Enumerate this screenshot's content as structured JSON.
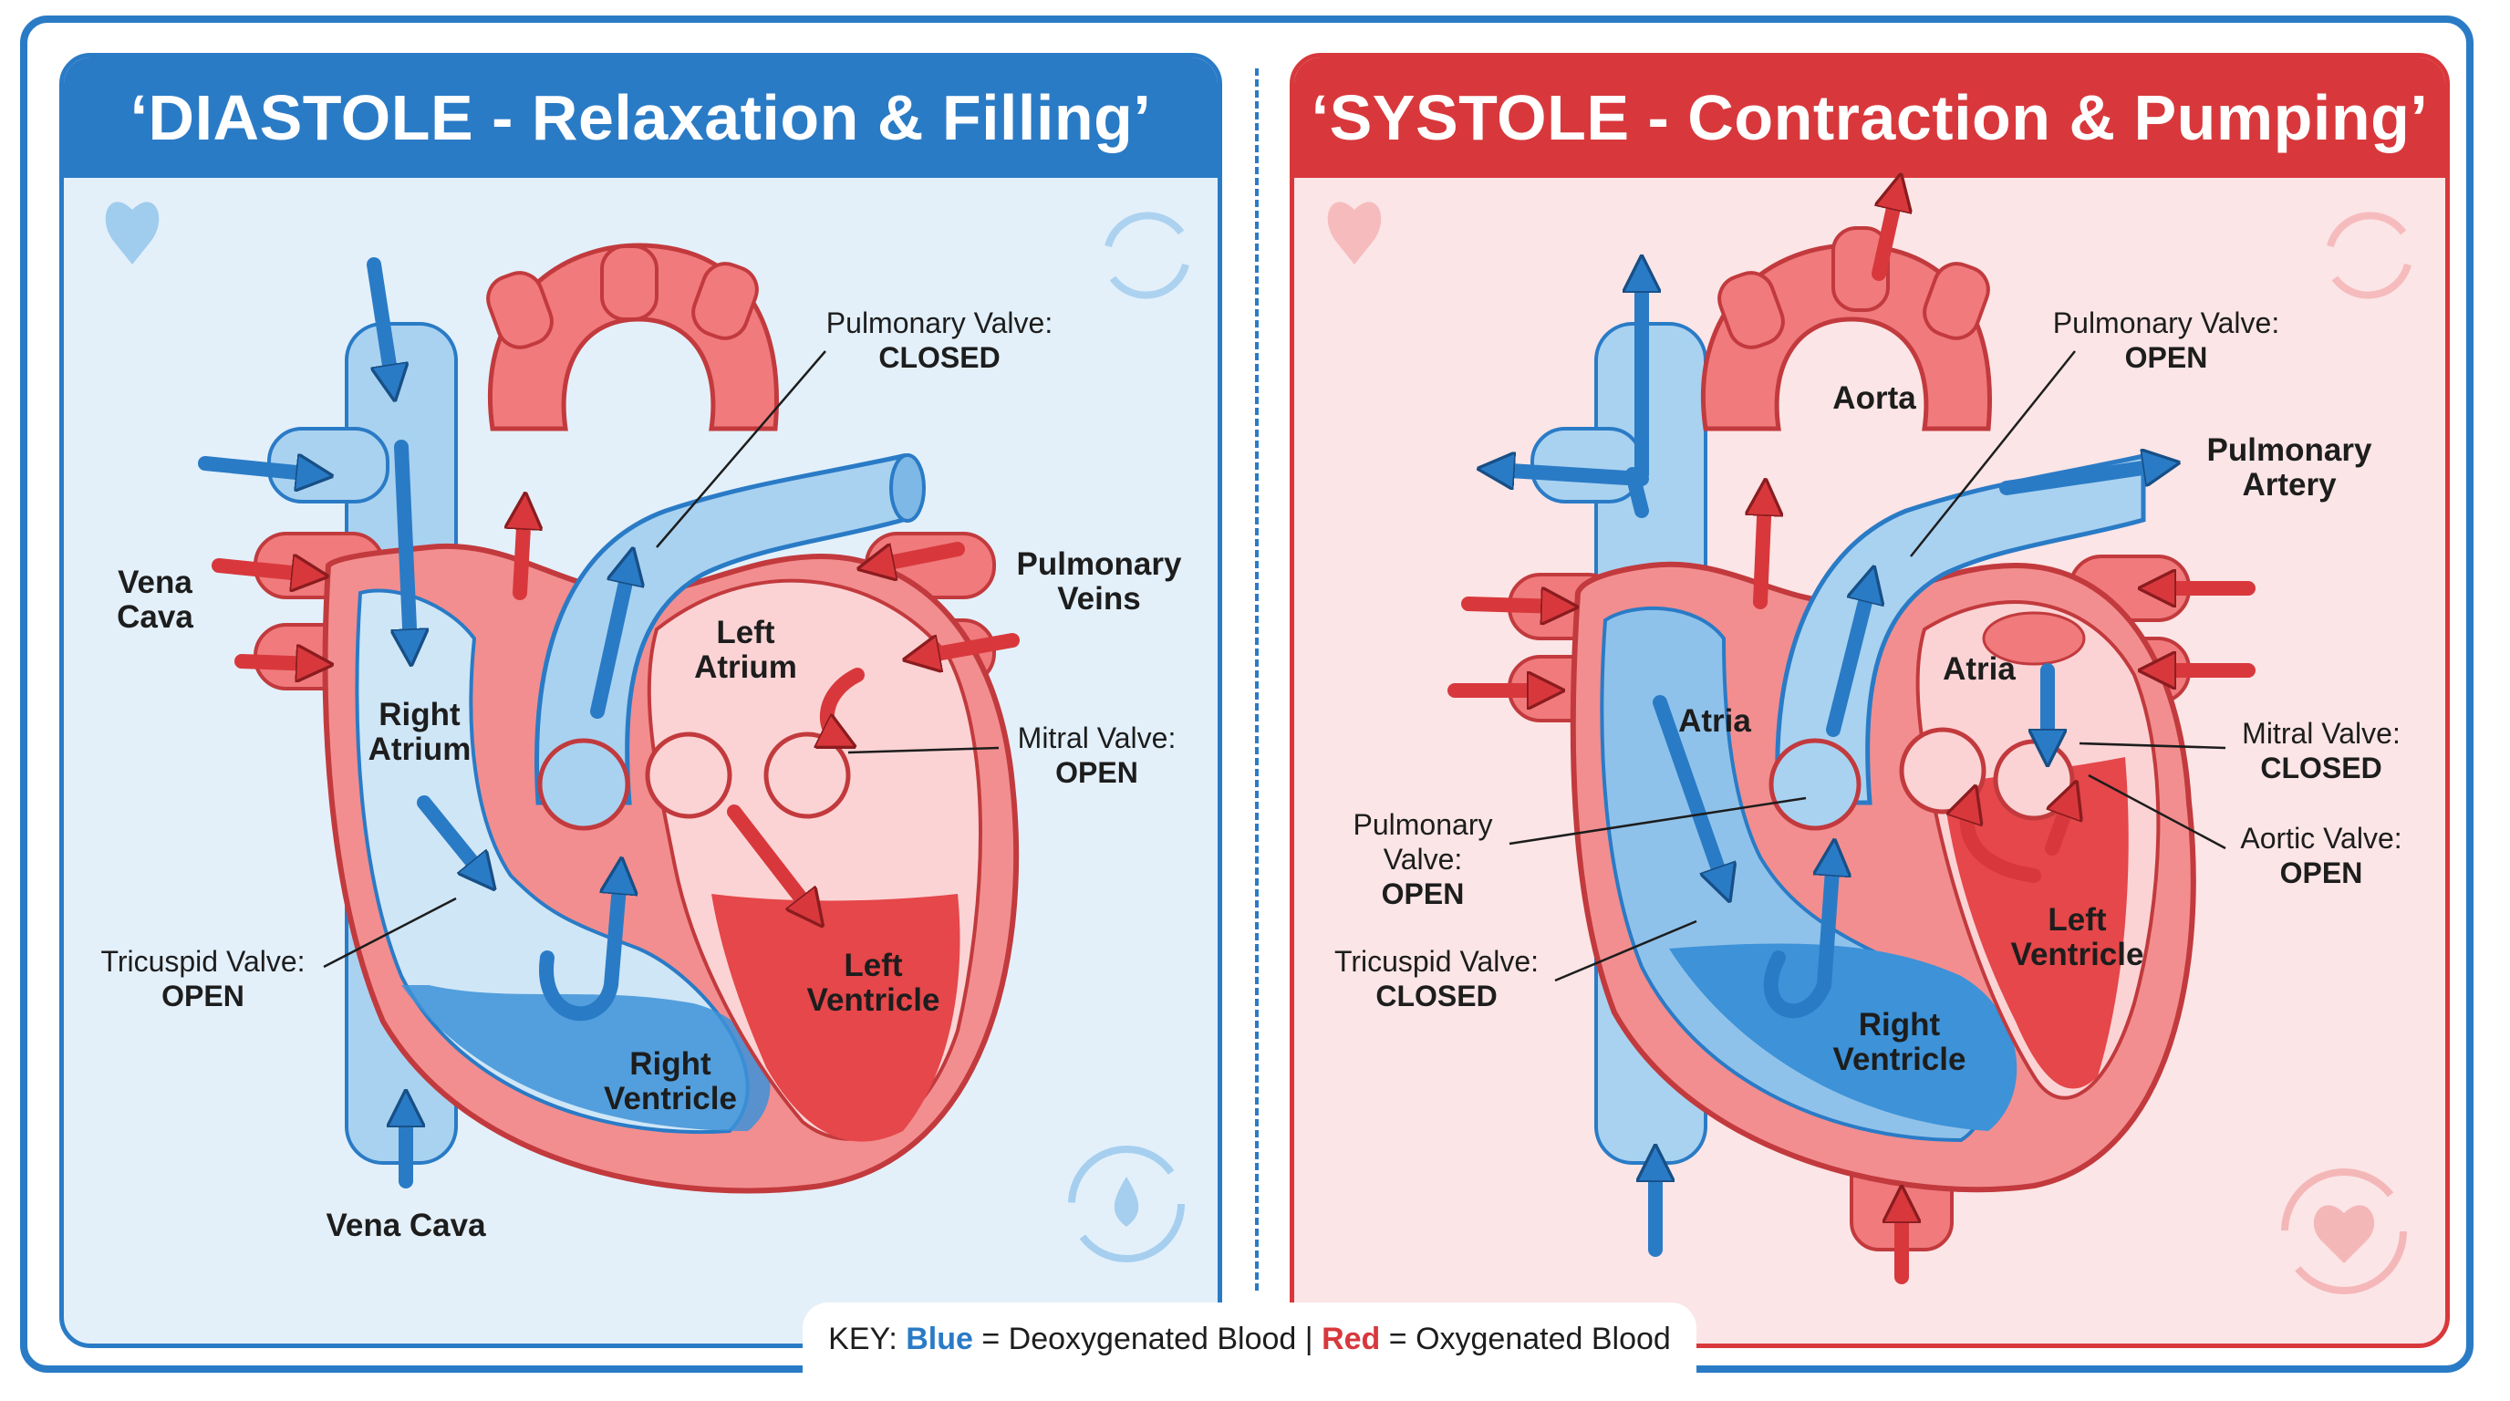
{
  "colors": {
    "deoxygenated": "#2a7bc6",
    "oxygenated": "#d8383c",
    "diastole_bg": "#e3f0fa",
    "systole_bg": "#fbe5e6"
  },
  "diastole": {
    "title": "‘DIASTOLE - Relaxation & Filling’",
    "labels": {
      "vena_cava_upper": "Vena Cava",
      "right_atrium": "Right Atrium",
      "left_atrium": "Left Atrium",
      "pulmonary_veins": "Pulmonary Veins",
      "right_ventricle": "Right Ventricle",
      "left_ventricle": "Left Ventricle",
      "vena_cava_lower": "Vena Cava"
    },
    "valves": {
      "pulmonary": {
        "name": "Pulmonary Valve:",
        "state": "CLOSED"
      },
      "mitral": {
        "name": "Mitral Valve:",
        "state": "OPEN"
      },
      "tricuspid": {
        "name": "Tricuspid Valve:",
        "state": "OPEN"
      }
    },
    "icons": [
      "heart-icon",
      "cycle-arrows-icon",
      "droplet-cycle-icon"
    ]
  },
  "systole": {
    "title": "‘SYSTOLE - Contraction & Pumping’",
    "labels": {
      "aorta": "Aorta",
      "pulmonary_artery": "Pulmonary Artery",
      "atria_right": "Atria",
      "atria_left": "Atria",
      "right_ventricle": "Right Ventricle",
      "left_ventricle": "Left Ventricle"
    },
    "valves": {
      "pulmonary_top": {
        "name": "Pulmonary Valve:",
        "state": "OPEN"
      },
      "pulmonary_side": {
        "name": "Pulmonary Valve:",
        "state": "OPEN"
      },
      "mitral": {
        "name": "Mitral Valve:",
        "state": "CLOSED"
      },
      "aortic": {
        "name": "Aortic Valve:",
        "state": "OPEN"
      },
      "tricuspid": {
        "name": "Tricuspid Valve:",
        "state": "CLOSED"
      }
    },
    "icons": [
      "heart-icon",
      "cycle-arrows-icon",
      "heartbeat-cycle-icon"
    ]
  },
  "key": {
    "prefix": "KEY:",
    "blue_word": "Blue",
    "blue_text": "= Deoxygenated Blood |",
    "red_word": "Red",
    "red_text": "= Oxygenated Blood"
  }
}
